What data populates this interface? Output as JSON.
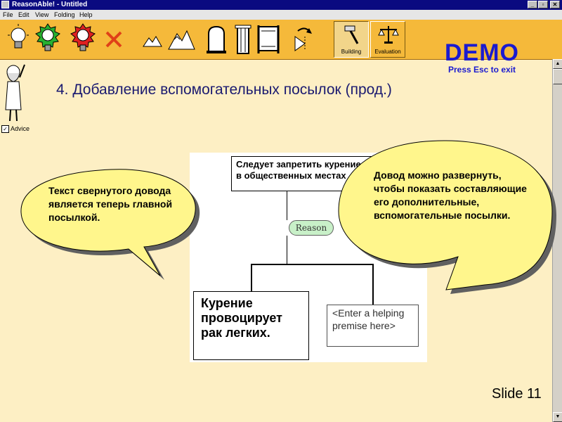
{
  "window": {
    "title": "ReasonAble! - Untitled"
  },
  "menu": [
    "File",
    "Edit",
    "View",
    "Folding",
    "Help"
  ],
  "toolbar": {
    "tools": [
      "idea-icon",
      "supporting-idea-icon",
      "opposing-idea-icon",
      "delete-icon",
      "small-mountain-icon",
      "mountain-icon",
      "tombstone-icon",
      "pillar-icon",
      "scroll-icon",
      "flip-icon"
    ],
    "building_label": "Building",
    "evaluation_label": "Evaluation"
  },
  "demo": {
    "title": "DEMO",
    "subtitle": "Press Esc to exit"
  },
  "sidebar": {
    "advice_label": "Advice",
    "advice_checked": true
  },
  "slide": {
    "title": "4. Добавление вспомогательных посылок (прод.)",
    "number": "Slide 11"
  },
  "map": {
    "claim_text": "Следует запретить курение в общественных местах",
    "reason_label": "Reason",
    "premise_main": "Курение провоцирует рак легких.",
    "premise_helper": "<Enter a helping premise here>"
  },
  "callouts": {
    "left": "Текст свернутого довода является теперь главной посылкой.",
    "right": "Довод можно развернуть, чтобы показать составляющие его дополнительные, вспомогательные посылки."
  },
  "colors": {
    "background": "#fdefc4",
    "toolbar": "#f5b93a",
    "callout_fill": "#fff68c",
    "demo_text": "#1a1ad0"
  }
}
